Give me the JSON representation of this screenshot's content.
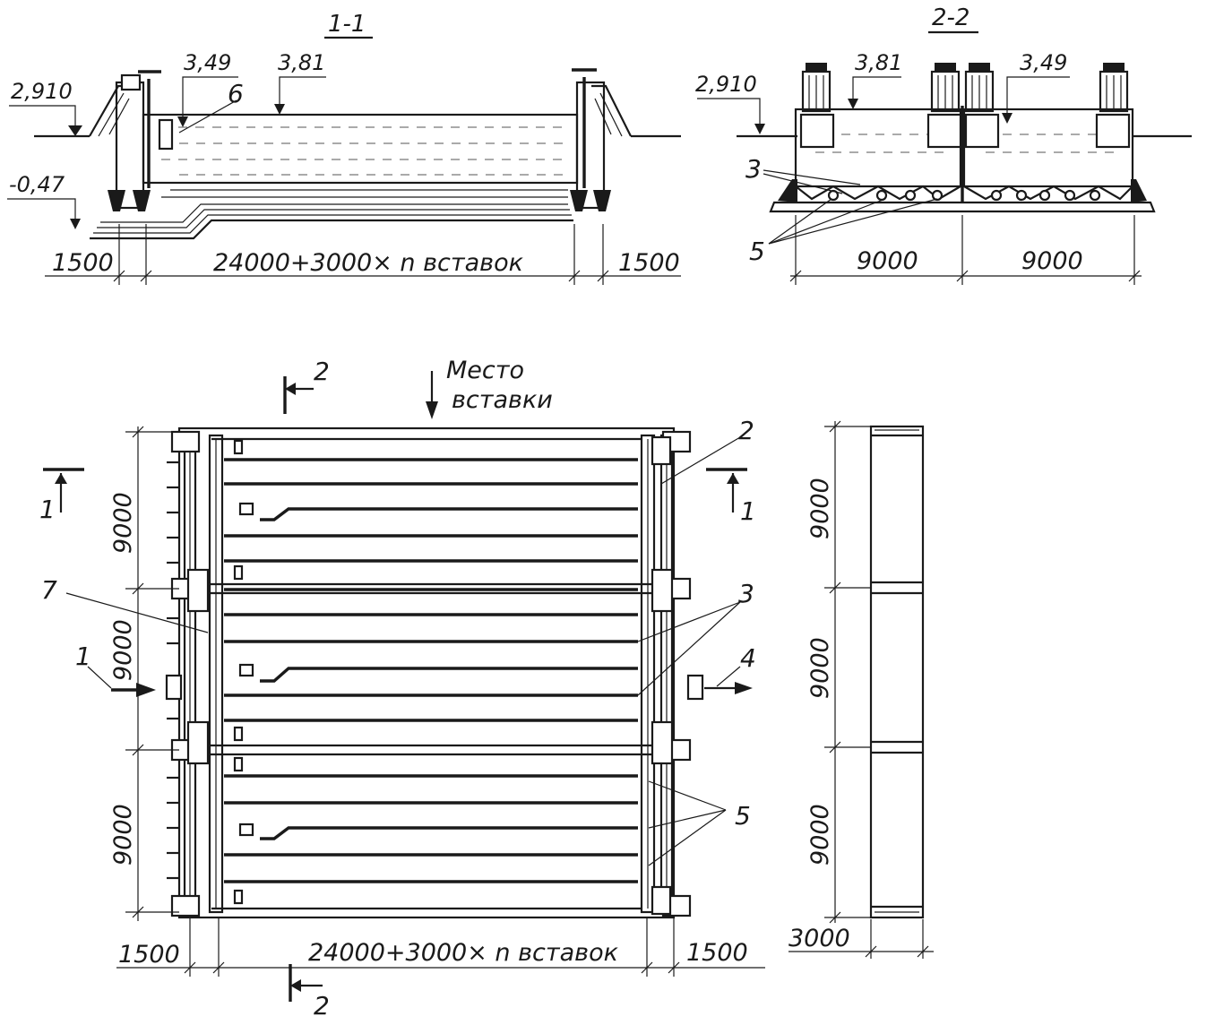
{
  "drawing": {
    "section_1": {
      "title": "1-1",
      "levels": [
        "2,910",
        "3,49",
        "3,81",
        "-0,47"
      ],
      "callout": "6",
      "dims": [
        "1500",
        "24000+3000× n вставок",
        "1500"
      ]
    },
    "section_2": {
      "title": "2-2",
      "levels": [
        "2,910",
        "3,81",
        "3,49"
      ],
      "callouts": [
        "3",
        "5"
      ],
      "dims": [
        "9000",
        "9000"
      ]
    },
    "plan": {
      "insert_note_line1": "Место",
      "insert_note_line2": "вставки",
      "cut_marks": {
        "c2_top": "2",
        "c2_bottom": "2",
        "c1_left": "1",
        "c1_right": "1"
      },
      "callouts": {
        "c1": "1",
        "c2": "2",
        "c3": "3",
        "c4": "4",
        "c5": "5",
        "c7": "7"
      },
      "dims_vertical": [
        "9000",
        "9000",
        "9000"
      ],
      "dims_bottom": [
        "1500",
        "24000+3000× n вставок",
        "1500"
      ]
    },
    "side_view": {
      "dims_vertical": [
        "9000",
        "9000",
        "9000"
      ],
      "dim_bottom": "3000"
    }
  }
}
